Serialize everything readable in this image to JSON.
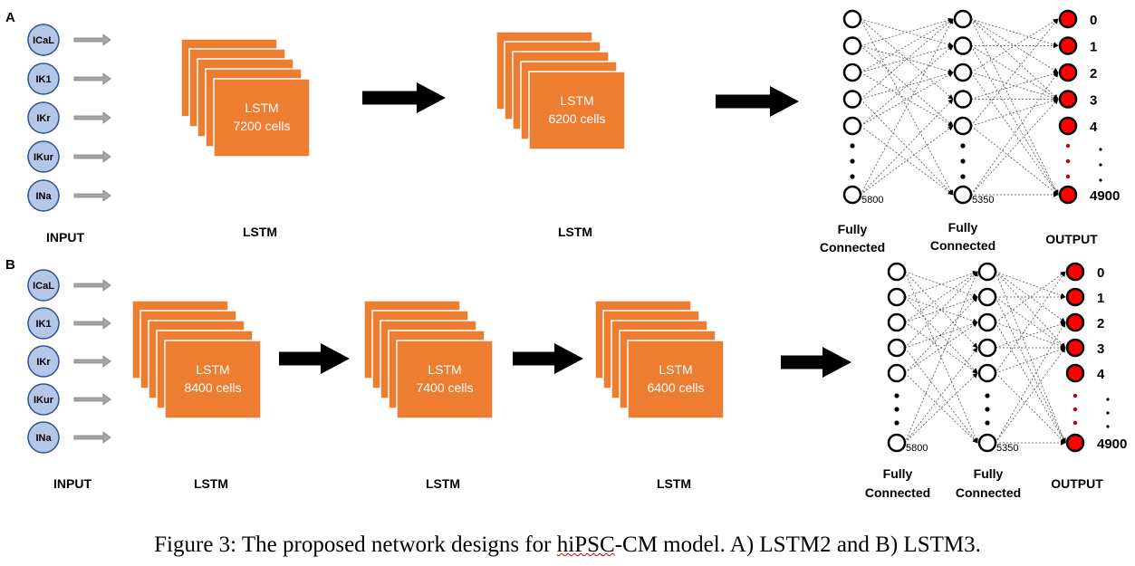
{
  "panels": [
    {
      "letter": "A",
      "inputs": [
        "ICaL",
        "IK1",
        "IKr",
        "IKur",
        "INa"
      ],
      "input_label": "INPUT",
      "lstm_blocks": [
        {
          "title": "LSTM",
          "cells": "7200 cells",
          "label": "LSTM"
        },
        {
          "title": "LSTM",
          "cells": "6200 cells",
          "label": "LSTM"
        }
      ],
      "dense": {
        "layer1_count": "5800",
        "layer2_count": "5350",
        "output_labels": [
          "0",
          "1",
          "2",
          "3",
          "4"
        ],
        "output_last": "4900",
        "fc1_label": [
          "Fully",
          "Connected"
        ],
        "fc2_label": [
          "Fully",
          "Connected"
        ],
        "output_label": "OUTPUT"
      }
    },
    {
      "letter": "B",
      "inputs": [
        "ICaL",
        "IK1",
        "IKr",
        "IKur",
        "INa"
      ],
      "input_label": "INPUT",
      "lstm_blocks": [
        {
          "title": "LSTM",
          "cells": "8400 cells",
          "label": "LSTM"
        },
        {
          "title": "LSTM",
          "cells": "7400 cells",
          "label": "LSTM"
        },
        {
          "title": "LSTM",
          "cells": "6400 cells",
          "label": "LSTM"
        }
      ],
      "dense": {
        "layer1_count": "5800",
        "layer2_count": "5350",
        "output_labels": [
          "0",
          "1",
          "2",
          "3",
          "4"
        ],
        "output_last": "4900",
        "fc1_label": [
          "Fully",
          "Connected"
        ],
        "fc2_label": [
          "Fully",
          "Connected"
        ],
        "output_label": "OUTPUT"
      }
    }
  ],
  "caption": {
    "before": "Figure 3: The proposed network designs for ",
    "underlined": "hiPSC",
    "after": "-CM model. A) LSTM2 and B) LSTM3."
  },
  "colors": {
    "input_fill": "#b4c7e7",
    "input_stroke": "#2f528f",
    "lstm_fill": "#ed7d31",
    "arrow_fill": "#000000",
    "small_arrow_fill": "#a6a6a6",
    "output_node_fill": "#ff0000"
  }
}
